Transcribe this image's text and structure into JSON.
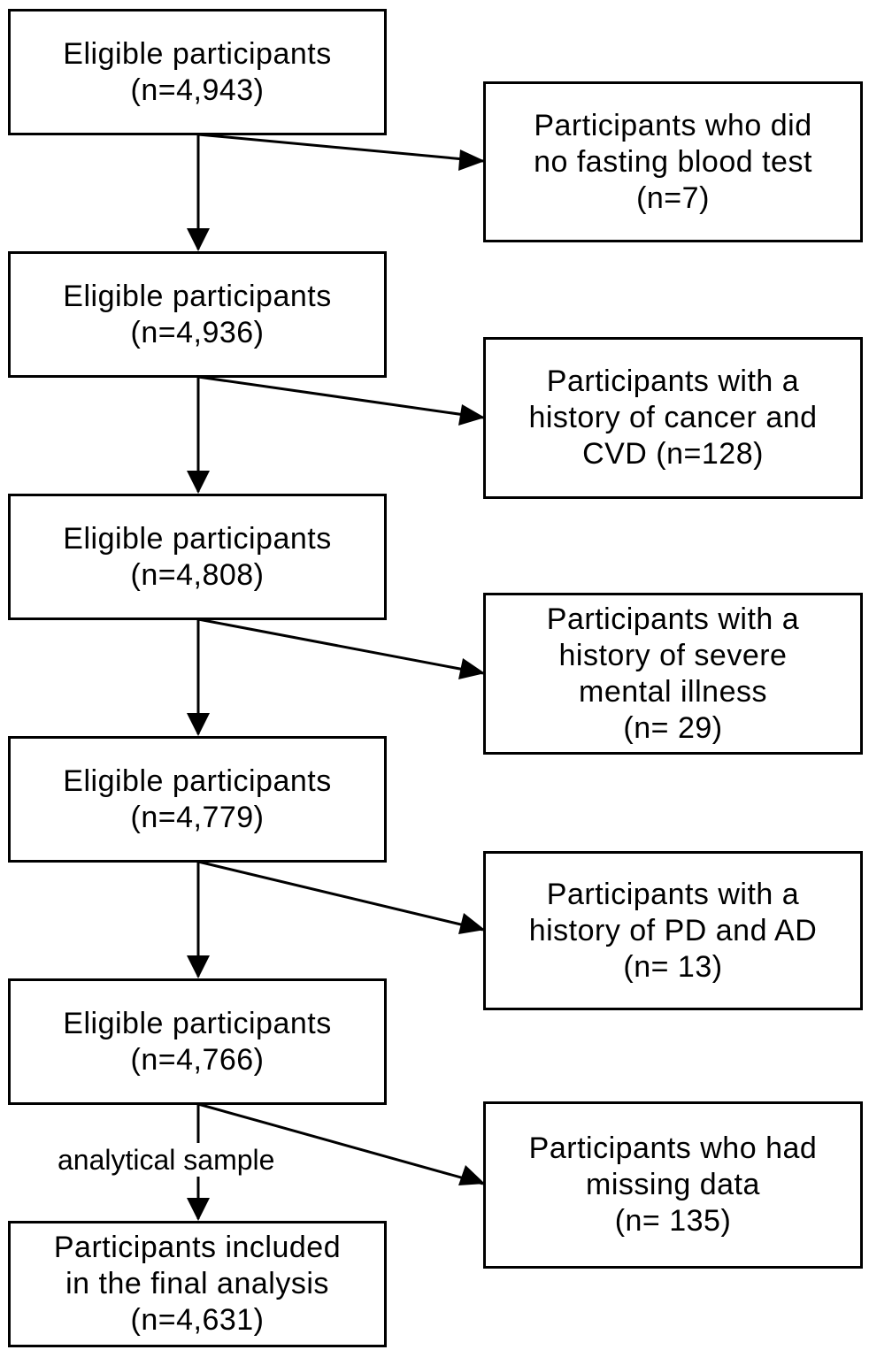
{
  "main_boxes": [
    {
      "line1": "Eligible participants",
      "line2": "(n=4,943)"
    },
    {
      "line1": "Eligible participants",
      "line2": "(n=4,936)"
    },
    {
      "line1": "Eligible participants",
      "line2": "(n=4,808)"
    },
    {
      "line1": "Eligible participants",
      "line2": "(n=4,779)"
    },
    {
      "line1": "Eligible participants",
      "line2": "(n=4,766)"
    }
  ],
  "final_box": {
    "text": "Participants included\nin the final analysis\n(n=4,631)"
  },
  "exclusion_boxes": [
    {
      "text": "Participants who did\nno fasting blood test\n(n=7)"
    },
    {
      "text": "Participants with a\nhistory of cancer and\nCVD (n=128)"
    },
    {
      "text": "Participants with a\nhistory of severe\nmental illness\n(n= 29)"
    },
    {
      "text": "Participants with a\nhistory of PD and AD\n(n= 13)"
    },
    {
      "text": "Participants who had\nmissing data\n(n= 135)"
    }
  ],
  "arrow_label": "analytical sample"
}
